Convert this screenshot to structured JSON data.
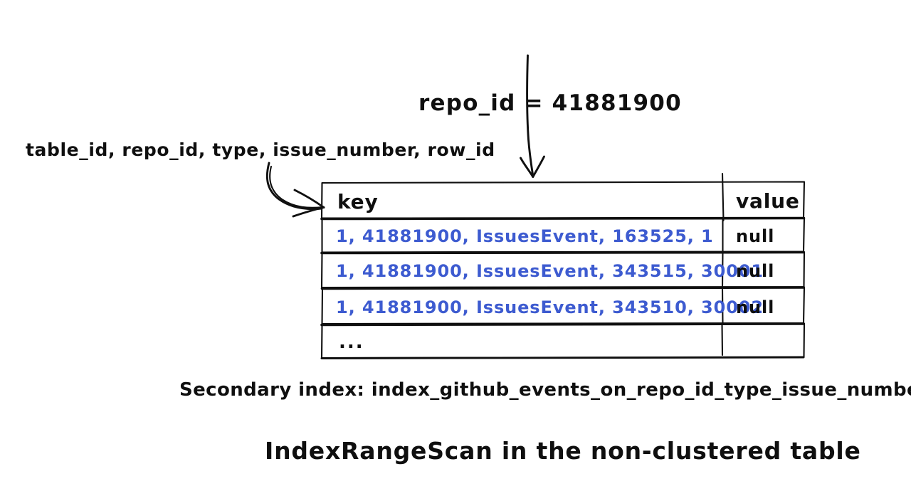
{
  "diagram": {
    "title": "IndexRangeScan in the non-clustered table",
    "caption": "Secondary index: index_github_events_on_repo_id_type_issue_number",
    "query_label": "repo_id = 41881900",
    "columns_label": "table_id, repo_id, type, issue_number, row_id",
    "colors": {
      "ink": "#101010",
      "key_text": "#3d5bd0",
      "background": "#ffffff"
    },
    "table": {
      "headers": [
        "key",
        "value"
      ],
      "rows": [
        {
          "key": "1, 41881900, IssuesEvent, 163525, 1",
          "value": "null"
        },
        {
          "key": "1, 41881900, IssuesEvent, 343515, 30001",
          "value": "null"
        },
        {
          "key": "1, 41881900, IssuesEvent, 343510, 30002",
          "value": "null"
        },
        {
          "key": "...",
          "value": ""
        }
      ]
    },
    "annotations": {
      "query_arrow": "down-arrow-to-table",
      "columns_arrow": "curved-arrow-to-key-column"
    }
  }
}
